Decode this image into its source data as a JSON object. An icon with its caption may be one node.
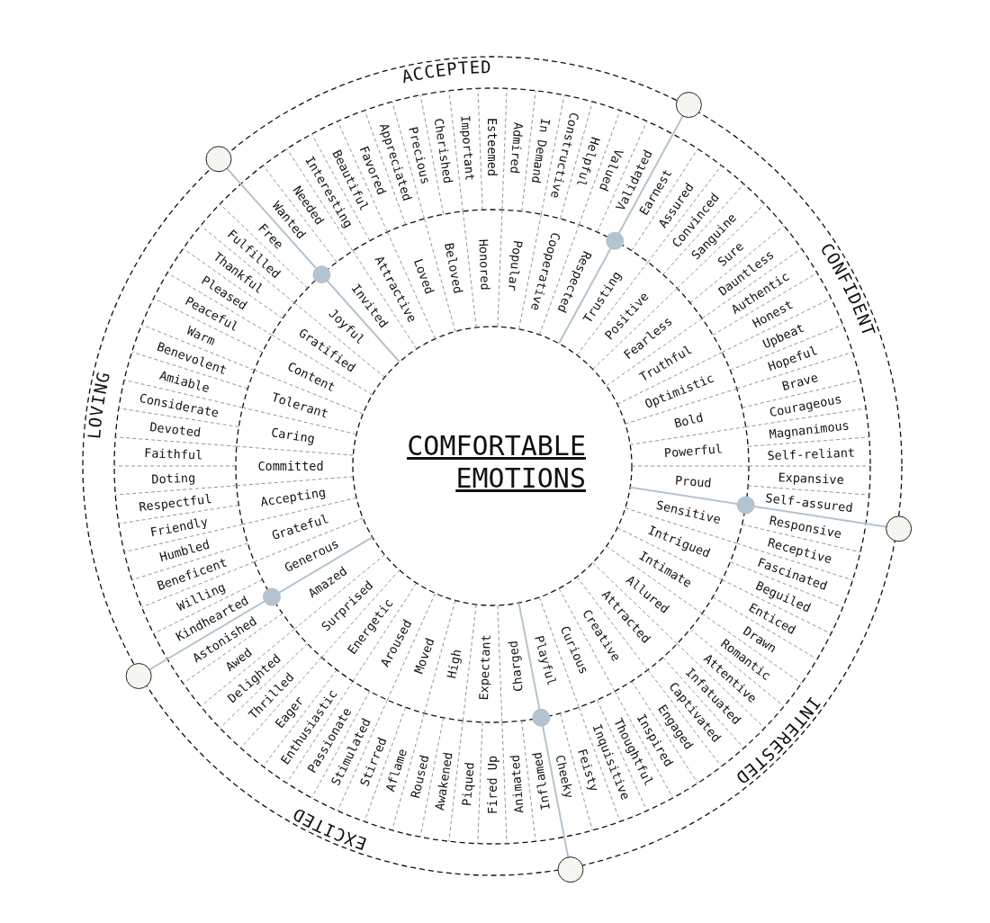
{
  "diagram": {
    "nodes": [
      {
        "text": [
          "COMFORTABLE EMOTIONS"
        ]
      },
      {
        "text": [
          "ACCEPTED"
        ]
      },
      {
        "text": [
          "Invited"
        ],
        "in": 1
      },
      {
        "text": [
          "Attractive"
        ],
        "in": 1
      },
      {
        "text": [
          "Loved"
        ],
        "in": 1
      },
      {
        "text": [
          "Beloved"
        ],
        "in": 1
      },
      {
        "text": [
          "Honored"
        ],
        "in": 1
      },
      {
        "text": [
          "Popular"
        ],
        "in": 1
      },
      {
        "text": [
          "Cooperative"
        ],
        "in": 1
      },
      {
        "text": [
          "Respected"
        ],
        "in": 1
      },
      {
        "text": [
          "Wanted"
        ],
        "in": 1
      },
      {
        "text": [
          "Needed"
        ],
        "in": 1
      },
      {
        "text": [
          "Interesting"
        ],
        "in": 1
      },
      {
        "text": [
          "Beautiful"
        ],
        "in": 1
      },
      {
        "text": [
          "Favored"
        ],
        "in": 1
      },
      {
        "text": [
          "Appreciated"
        ],
        "in": 1
      },
      {
        "text": [
          "Precious"
        ],
        "in": 1
      },
      {
        "text": [
          "Cherished"
        ],
        "in": 1
      },
      {
        "text": [
          "Important"
        ],
        "in": 1
      },
      {
        "text": [
          "Esteemed"
        ],
        "in": 1
      },
      {
        "text": [
          "Admired"
        ],
        "in": 1
      },
      {
        "text": [
          "In Demand"
        ],
        "in": 1
      },
      {
        "text": [
          "Constructive"
        ],
        "in": 1
      },
      {
        "text": [
          "Helpful"
        ],
        "in": 1
      },
      {
        "text": [
          "Valued"
        ],
        "in": 1
      },
      {
        "text": [
          "Validated"
        ],
        "in": 1
      },
      {
        "text": [
          "CONFIDENT"
        ]
      },
      {
        "text": [
          "Trusting"
        ],
        "in": 26
      },
      {
        "text": [
          "Positive"
        ],
        "in": 26
      },
      {
        "text": [
          "Fearless"
        ],
        "in": 26
      },
      {
        "text": [
          "Truthful"
        ],
        "in": 26
      },
      {
        "text": [
          "Optimistic"
        ],
        "in": 26
      },
      {
        "text": [
          "Bold"
        ],
        "in": 26
      },
      {
        "text": [
          "Powerful"
        ],
        "in": 26
      },
      {
        "text": [
          "Proud"
        ],
        "in": 26
      },
      {
        "text": [
          "Earnest"
        ],
        "in": 26
      },
      {
        "text": [
          "Assured"
        ],
        "in": 26
      },
      {
        "text": [
          "Convinced"
        ],
        "in": 26
      },
      {
        "text": [
          "Sanguine"
        ],
        "in": 26
      },
      {
        "text": [
          "Sure"
        ],
        "in": 26
      },
      {
        "text": [
          "Dauntless"
        ],
        "in": 26
      },
      {
        "text": [
          "Authentic"
        ],
        "in": 26
      },
      {
        "text": [
          "Honest"
        ],
        "in": 26
      },
      {
        "text": [
          "Upbeat"
        ],
        "in": 26
      },
      {
        "text": [
          "Hopeful"
        ],
        "in": 26
      },
      {
        "text": [
          "Brave"
        ],
        "in": 26
      },
      {
        "text": [
          "Courageous"
        ],
        "in": 26
      },
      {
        "text": [
          "Magnanimous"
        ],
        "in": 26
      },
      {
        "text": [
          "Self-reliant"
        ],
        "in": 26
      },
      {
        "text": [
          "Expansive"
        ],
        "in": 26
      },
      {
        "text": [
          "Self-assured"
        ],
        "in": 26
      },
      {
        "text": [
          "INTERESTED"
        ]
      },
      {
        "text": [
          "Sensitive"
        ],
        "in": 51
      },
      {
        "text": [
          "Intrigued"
        ],
        "in": 51
      },
      {
        "text": [
          "Intimate"
        ],
        "in": 51
      },
      {
        "text": [
          "Allured"
        ],
        "in": 51
      },
      {
        "text": [
          "Attracted"
        ],
        "in": 51
      },
      {
        "text": [
          "Creative"
        ],
        "in": 51
      },
      {
        "text": [
          "Curious"
        ],
        "in": 51
      },
      {
        "text": [
          "Playful"
        ],
        "in": 51
      },
      {
        "text": [
          "Responsive"
        ],
        "in": 51
      },
      {
        "text": [
          "Receptive"
        ],
        "in": 51
      },
      {
        "text": [
          "Fascinated"
        ],
        "in": 51
      },
      {
        "text": [
          "Beguiled"
        ],
        "in": 51
      },
      {
        "text": [
          "Enticed"
        ],
        "in": 51
      },
      {
        "text": [
          "Drawn"
        ],
        "in": 51
      },
      {
        "text": [
          "Romantic"
        ],
        "in": 51
      },
      {
        "text": [
          "Attentive"
        ],
        "in": 51
      },
      {
        "text": [
          "Infatuated"
        ],
        "in": 51
      },
      {
        "text": [
          "Captivated"
        ],
        "in": 51
      },
      {
        "text": [
          "Engaged"
        ],
        "in": 51
      },
      {
        "text": [
          "Inspired"
        ],
        "in": 51
      },
      {
        "text": [
          "Thoughtful"
        ],
        "in": 51
      },
      {
        "text": [
          "Inquisitive"
        ],
        "in": 51
      },
      {
        "text": [
          "Feisty"
        ],
        "in": 51
      },
      {
        "text": [
          "Cheeky"
        ],
        "in": 51
      },
      {
        "text": [
          "EXCITED"
        ]
      },
      {
        "text": [
          "Charged"
        ],
        "in": 76
      },
      {
        "text": [
          "Expectant"
        ],
        "in": 76
      },
      {
        "text": [
          "High"
        ],
        "in": 76
      },
      {
        "text": [
          "Moved"
        ],
        "in": 76
      },
      {
        "text": [
          "Aroused"
        ],
        "in": 76
      },
      {
        "text": [
          "Energetic"
        ],
        "in": 76
      },
      {
        "text": [
          "Surprised"
        ],
        "in": 76
      },
      {
        "text": [
          "Amazed"
        ],
        "in": 76
      },
      {
        "text": [
          "Inflamed"
        ],
        "in": 76
      },
      {
        "text": [
          "Animated"
        ],
        "in": 76
      },
      {
        "text": [
          "Fired Up"
        ],
        "in": 76
      },
      {
        "text": [
          "Piqued"
        ],
        "in": 76
      },
      {
        "text": [
          "Awakened"
        ],
        "in": 76
      },
      {
        "text": [
          "Roused"
        ],
        "in": 76
      },
      {
        "text": [
          "Aflame"
        ],
        "in": 76
      },
      {
        "text": [
          "Stirred"
        ],
        "in": 76
      },
      {
        "text": [
          "Stimulated"
        ],
        "in": 76
      },
      {
        "text": [
          "Passionate"
        ],
        "in": 76
      },
      {
        "text": [
          "Enthusiastic"
        ],
        "in": 76
      },
      {
        "text": [
          "Eager"
        ],
        "in": 76
      },
      {
        "text": [
          "Thrilled"
        ],
        "in": 76
      },
      {
        "text": [
          "Delighted"
        ],
        "in": 76
      },
      {
        "text": [
          "Awed"
        ],
        "in": 76
      },
      {
        "text": [
          "Astonished"
        ],
        "in": 76
      },
      {
        "text": [
          "LOVING"
        ]
      },
      {
        "text": [
          "Generous"
        ],
        "in": 101
      },
      {
        "text": [
          "Grateful"
        ],
        "in": 101
      },
      {
        "text": [
          "Accepting"
        ],
        "in": 101
      },
      {
        "text": [
          "Committed"
        ],
        "in": 101
      },
      {
        "text": [
          "Caring"
        ],
        "in": 101
      },
      {
        "text": [
          "Tolerant"
        ],
        "in": 101
      },
      {
        "text": [
          "Content"
        ],
        "in": 101
      },
      {
        "text": [
          "Gratified"
        ],
        "in": 101
      },
      {
        "text": [
          "Joyful"
        ],
        "in": 101
      },
      {
        "text": [
          "Kindhearted"
        ],
        "in": 101
      },
      {
        "text": [
          "Willing"
        ],
        "in": 101
      },
      {
        "text": [
          "Beneficent"
        ],
        "in": 101
      },
      {
        "text": [
          "Humbled"
        ],
        "in": 101
      },
      {
        "text": [
          "Friendly"
        ],
        "in": 101
      },
      {
        "text": [
          "Respectful"
        ],
        "in": 101
      },
      {
        "text": [
          "Doting"
        ],
        "in": 101
      },
      {
        "text": [
          "Faithful"
        ],
        "in": 101
      },
      {
        "text": [
          "Devoted"
        ],
        "in": 101
      },
      {
        "text": [
          "Considerate"
        ],
        "in": 101
      },
      {
        "text": [
          "Amiable"
        ],
        "in": 101
      },
      {
        "text": [
          "Benevolent"
        ],
        "in": 101
      },
      {
        "text": [
          "Warm"
        ],
        "in": 101
      },
      {
        "text": [
          "Peaceful"
        ],
        "in": 101
      },
      {
        "text": [
          "Pleased"
        ],
        "in": 101
      },
      {
        "text": [
          "Thankful"
        ],
        "in": 101
      },
      {
        "text": [
          "Fulfilled"
        ],
        "in": 101
      },
      {
        "text": [
          "Free"
        ],
        "in": 101
      }
    ],
    "edges": []
  }
}
